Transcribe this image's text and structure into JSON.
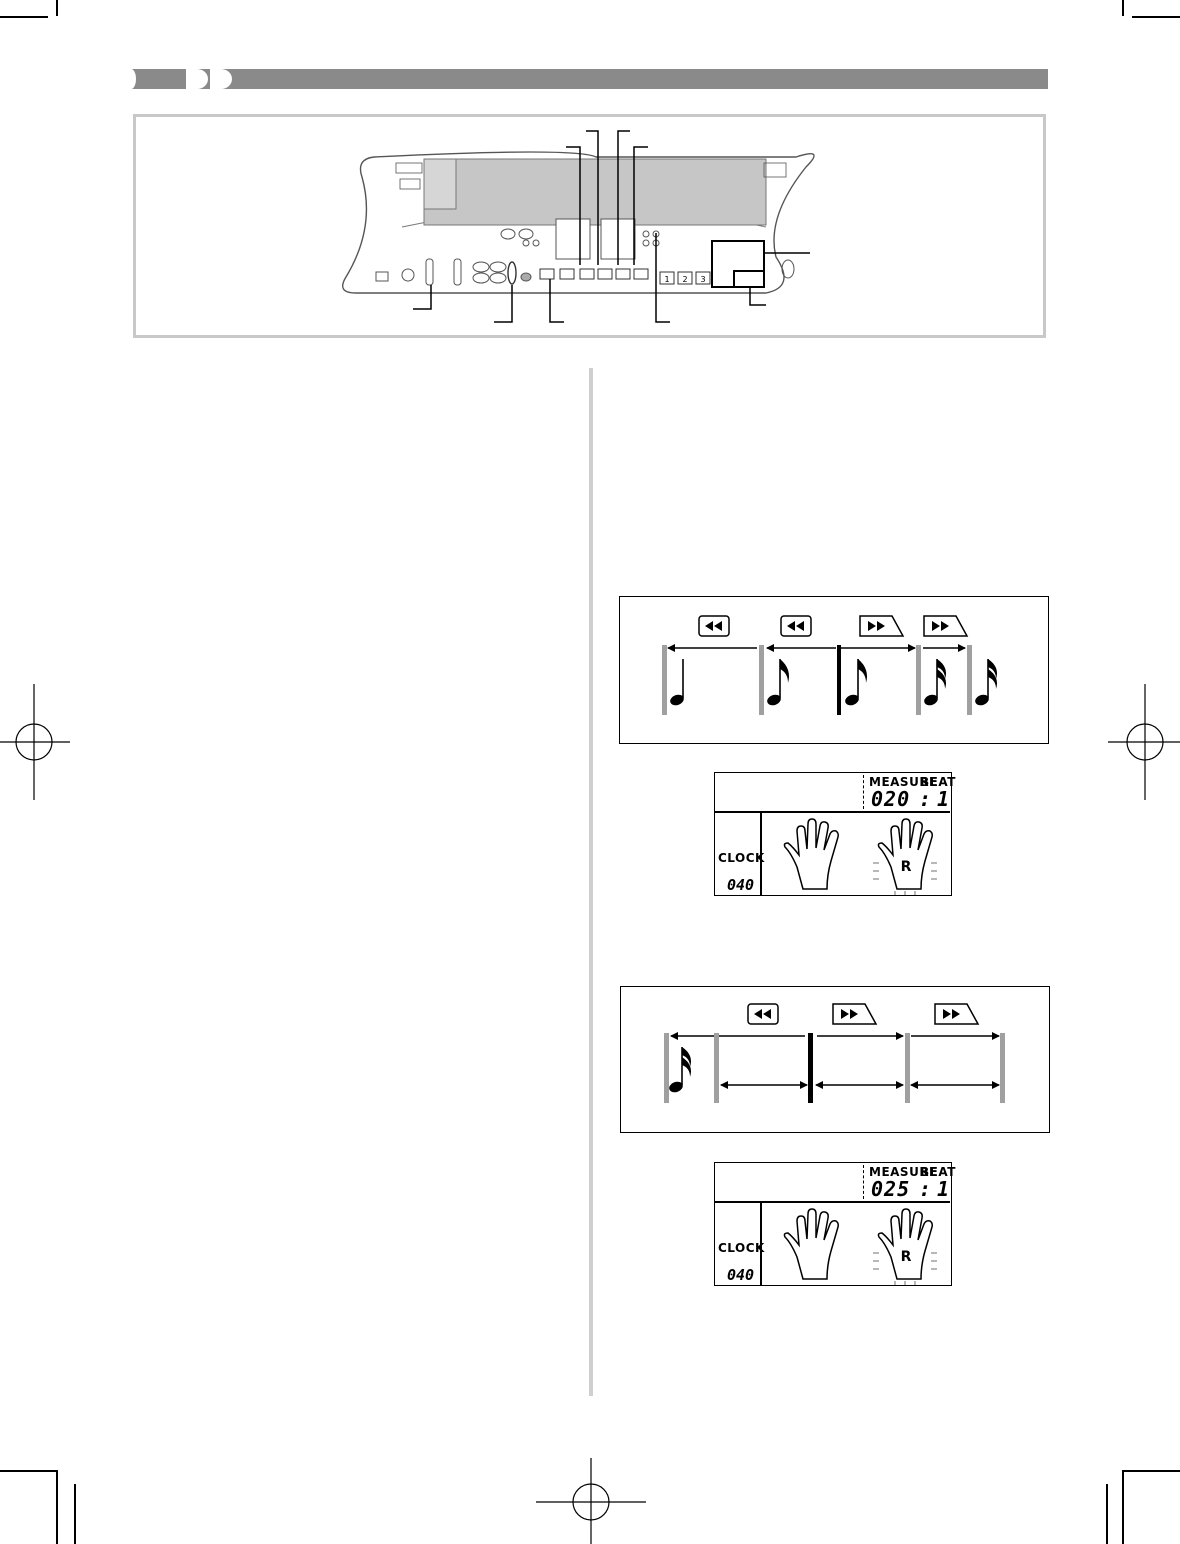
{
  "lcd_top": {
    "measure_label": "MEASURE",
    "beat_label": "BEAT",
    "measure_value": "020",
    "beat_separator": ":",
    "beat_value": "1",
    "clock_label": "CLOCK",
    "clock_value": "040",
    "right_hand_letter": "R"
  },
  "lcd_bottom": {
    "measure_label": "MEASURE",
    "beat_label": "BEAT",
    "measure_value": "025",
    "beat_separator": ":",
    "beat_value": "1",
    "clock_label": "CLOCK",
    "clock_value": "040",
    "right_hand_letter": "R"
  },
  "keyboard": {
    "bank_labels": [
      "1",
      "2",
      "3"
    ]
  },
  "diagram_top": {
    "buttons": [
      "rewind-icon",
      "rewind-icon",
      "fast-forward-icon",
      "fast-forward-icon"
    ]
  },
  "diagram_bottom": {
    "buttons": [
      "rewind-icon",
      "fast-forward-icon",
      "fast-forward-icon"
    ]
  }
}
